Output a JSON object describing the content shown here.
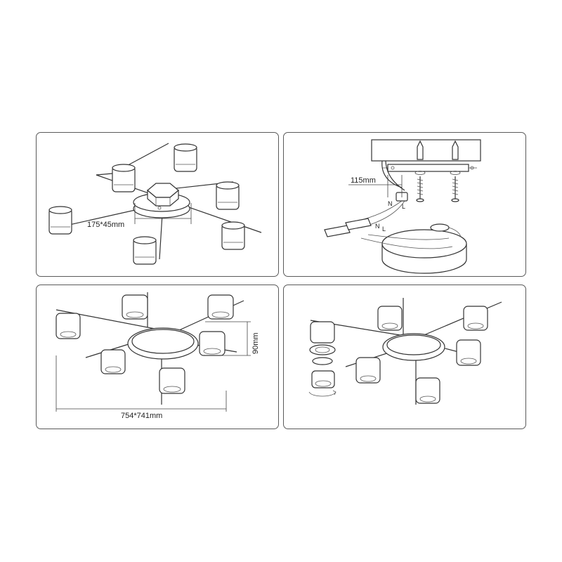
{
  "panels": {
    "top_left": {
      "dimension": "175*45mm"
    },
    "top_right": {
      "distance": "115mm",
      "terminal_labels": [
        "N",
        "L",
        "N",
        "L"
      ]
    },
    "bottom_left": {
      "height": "90mm",
      "width": "754*741mm"
    },
    "bottom_right": {}
  },
  "colors": {
    "line": "#333333",
    "frame": "#5a5a5a",
    "background": "#ffffff"
  }
}
